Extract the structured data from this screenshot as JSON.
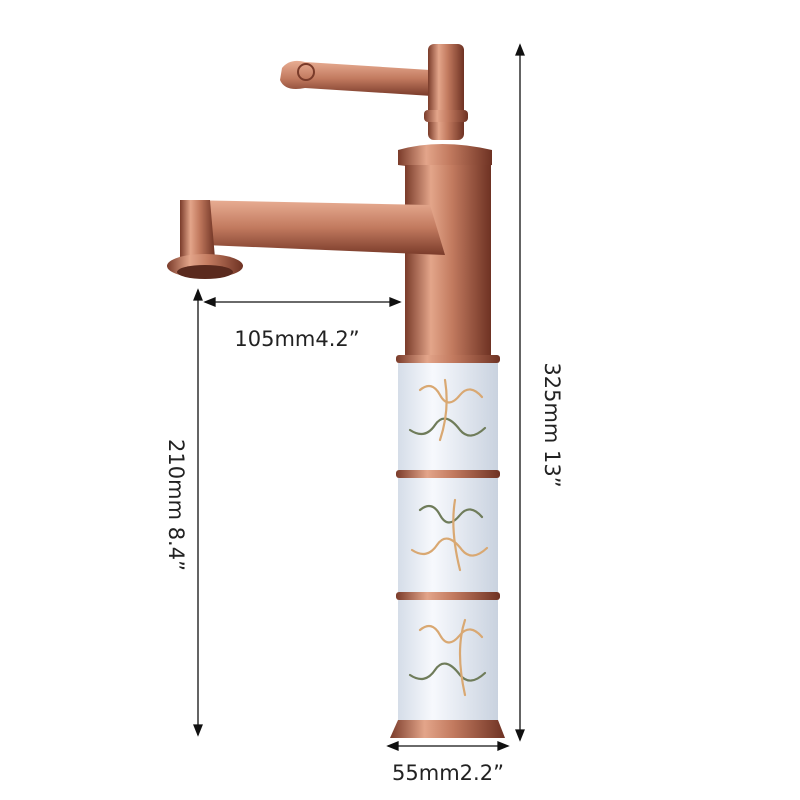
{
  "dimensions": {
    "total_height": "325mm 13”",
    "spout_height": "210mm 8.4”",
    "spout_reach": "105mm4.2”",
    "base_diameter": "55mm2.2”"
  },
  "colors": {
    "rose_gold": "#c27a5f",
    "rose_gold_dark": "#7a3b2a",
    "ceramic": "#eef3fb",
    "pattern_gold": "#d9a872",
    "pattern_green": "#6f7c5a",
    "line": "#111111"
  }
}
